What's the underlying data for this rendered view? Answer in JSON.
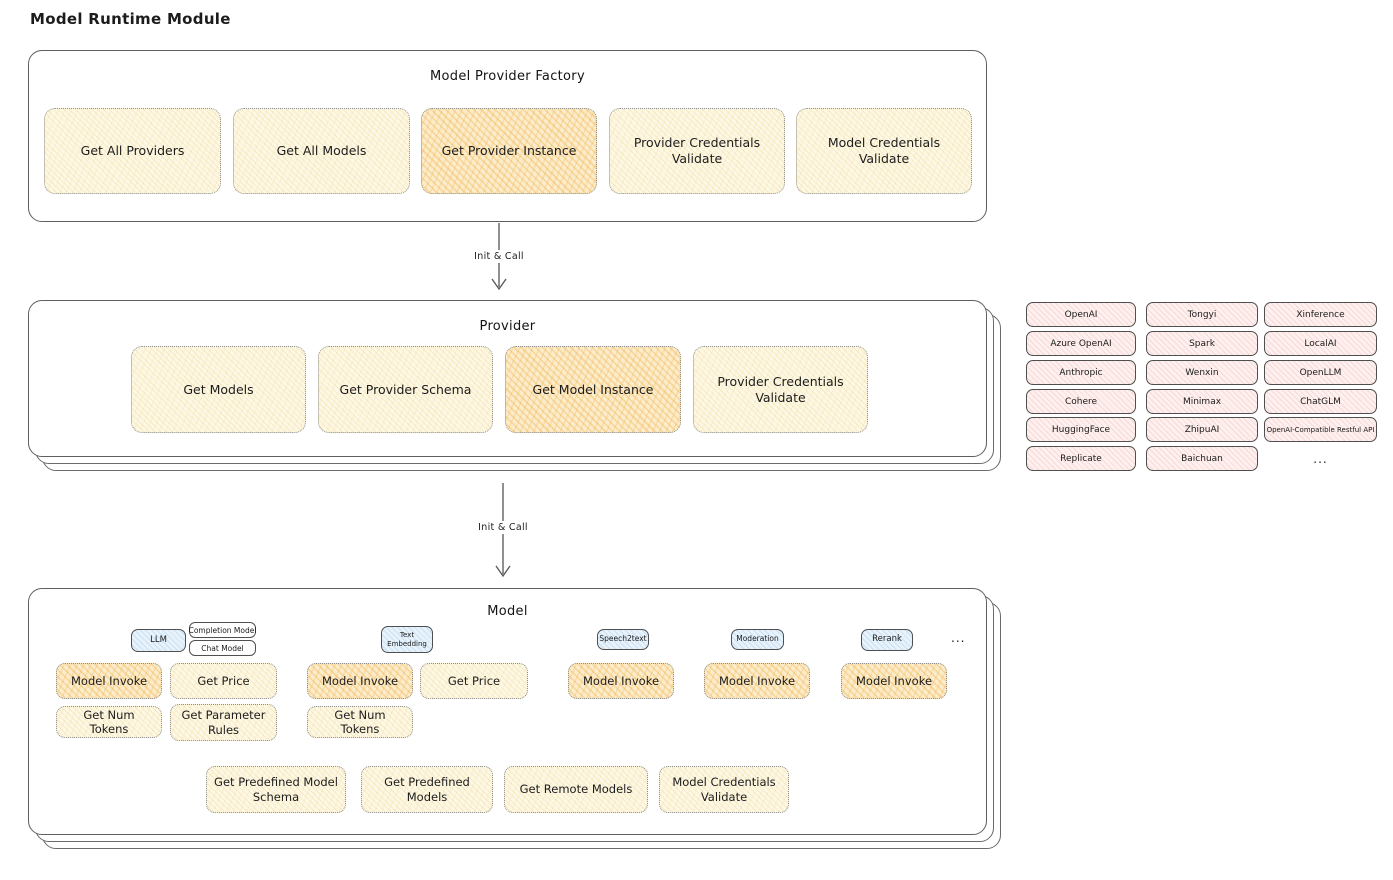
{
  "page": {
    "title": "Model Runtime Module"
  },
  "colors": {
    "yellow_fill": "#fdf8e6",
    "orange_highlight_fill": "#fbeccb",
    "pink_fill": "#fdf0ee",
    "blue_fill": "#e7f2fb",
    "box_border": "#5f5f5f",
    "text": "#1c1c1c"
  },
  "factory": {
    "title": "Model Provider Factory",
    "items": [
      {
        "label": "Get All Providers",
        "highlight": false
      },
      {
        "label": "Get All Models",
        "highlight": false
      },
      {
        "label": "Get Provider Instance",
        "highlight": true
      },
      {
        "label": "Provider Credentials Validate",
        "highlight": false
      },
      {
        "label": "Model Credentials Validate",
        "highlight": false
      }
    ]
  },
  "arrows": {
    "factory_to_provider": "Init & Call",
    "provider_to_model": "Init & Call"
  },
  "provider": {
    "title": "Provider",
    "items": [
      {
        "label": "Get Models",
        "highlight": false
      },
      {
        "label": "Get Provider Schema",
        "highlight": false
      },
      {
        "label": "Get Model Instance",
        "highlight": true
      },
      {
        "label": "Provider Credentials Validate",
        "highlight": false
      }
    ]
  },
  "provider_catalog": {
    "items": [
      "OpenAI",
      "Tongyi",
      "Xinference",
      "Azure OpenAI",
      "Spark",
      "LocalAI",
      "Anthropic",
      "Wenxin",
      "OpenLLM",
      "Cohere",
      "Minimax",
      "ChatGLM",
      "HuggingFace",
      "ZhipuAI",
      "OpenAI-Compatible Restful API",
      "Replicate",
      "Baichuan"
    ],
    "more": "..."
  },
  "model": {
    "title": "Model",
    "tabs": {
      "llm": "LLM",
      "completion": "Completion Model",
      "chat": "Chat Model",
      "embedding": "Text Embedding",
      "speech2text": "Speech2text",
      "moderation": "Moderation",
      "rerank": "Rerank",
      "more": "..."
    },
    "llm": {
      "invoke": "Model Invoke",
      "price": "Get Price",
      "num_tokens": "Get Num Tokens",
      "parameter_rules": "Get Parameter Rules"
    },
    "embedding": {
      "invoke": "Model Invoke",
      "price": "Get Price",
      "num_tokens": "Get Num Tokens"
    },
    "speech2text": {
      "invoke": "Model Invoke"
    },
    "moderation": {
      "invoke": "Model Invoke"
    },
    "rerank": {
      "invoke": "Model Invoke"
    },
    "common": {
      "predefined_model_schema": "Get Predefined Model Schema",
      "predefined_models": "Get Predefined Models",
      "remote_models": "Get Remote Models",
      "model_credentials_validate": "Model Credentials Validate"
    }
  }
}
